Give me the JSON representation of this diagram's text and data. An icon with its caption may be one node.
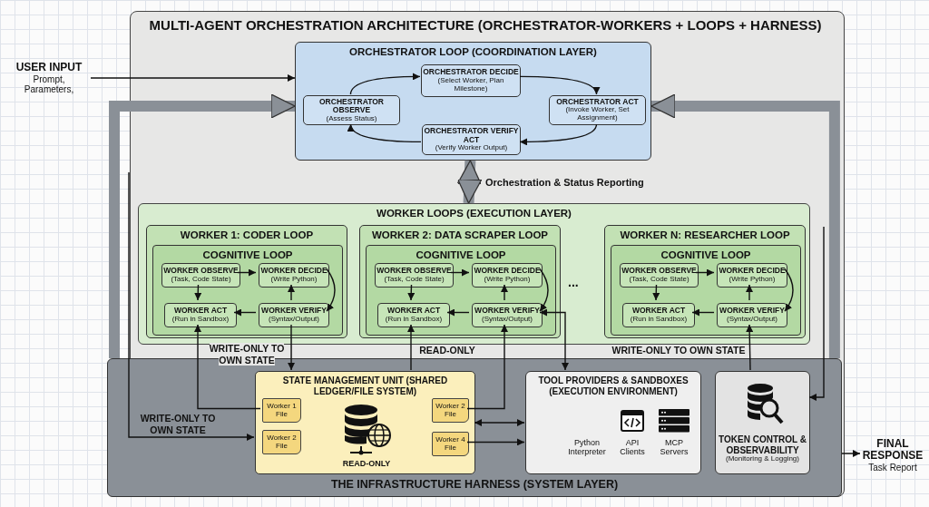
{
  "diagram": {
    "title": "MULTI-AGENT ORCHESTRATION ARCHITECTURE (ORCHESTRATOR-WORKERS + LOOPS + HARNESS)",
    "nodes": [
      {
        "text": [
          "USER INPUT",
          "Prompt, Parameters,"
        ]
      },
      {
        "text": [
          "ORCHESTRATOR LOOP (COORDINATION LAYER)"
        ]
      },
      {
        "text": [
          "ORCHESTRATOR OBSERVE",
          "(Assess Status)"
        ],
        "in": 1
      },
      {
        "text": [
          "ORCHESTRATOR DECIDE",
          "(Select Worker, Plan Milestone)"
        ],
        "in": 1
      },
      {
        "text": [
          "ORCHESTRATOR ACT",
          "(Invoke Worker, Set Assignment)"
        ],
        "in": 1
      },
      {
        "text": [
          "ORCHESTRATOR VERIFY ACT",
          "(Verify Worker Output)"
        ],
        "in": 1
      },
      {
        "text": [
          "WORKER LOOPS (EXECUTION LAYER)"
        ]
      },
      {
        "text": [
          "WORKER 1: CODER LOOP"
        ],
        "in": 6
      },
      {
        "text": [
          "COGNITIVE LOOP"
        ],
        "in": 7
      },
      {
        "text": [
          "WORKER OBSERVE",
          "(Task, Code State)"
        ],
        "in": 8
      },
      {
        "text": [
          "WORKER DECIDE",
          "(Write Python)"
        ],
        "in": 8
      },
      {
        "text": [
          "WORKER ACT",
          "(Run in Sandbox)"
        ],
        "in": 8
      },
      {
        "text": [
          "WORKER VERIFY",
          "(Syntax/Output)"
        ],
        "in": 8
      },
      {
        "text": [
          "WORKER 2: DATA SCRAPER LOOP"
        ],
        "in": 6
      },
      {
        "text": [
          "COGNITIVE LOOP"
        ],
        "in": 13
      },
      {
        "text": [
          "WORKER OBSERVE",
          "(Task, Code State)"
        ],
        "in": 14
      },
      {
        "text": [
          "WORKER DECIDE",
          "(Write Python)"
        ],
        "in": 14
      },
      {
        "text": [
          "WORKER ACT",
          "(Run in Sandbox)"
        ],
        "in": 14
      },
      {
        "text": [
          "WORKER VERIFY",
          "(Syntax/Output)"
        ],
        "in": 14
      },
      {
        "text": [
          "WORKER N: RESEARCHER LOOP"
        ],
        "in": 6
      },
      {
        "text": [
          "COGNITIVE LOOP"
        ],
        "in": 19
      },
      {
        "text": [
          "WORKER OBSERVE",
          "(Task, Code State)"
        ],
        "in": 20
      },
      {
        "text": [
          "WORKER DECIDE",
          "(Write Python)"
        ],
        "in": 20
      },
      {
        "text": [
          "WORKER ACT",
          "(Run in Sandbox)"
        ],
        "in": 20
      },
      {
        "text": [
          "WORKER VERIFY",
          "(Syntax/Output)"
        ],
        "in": 20
      },
      {
        "text": [
          "THE INFRASTRUCTURE HARNESS (SYSTEM LAYER)"
        ]
      },
      {
        "text": [
          "STATE MANAGEMENT UNIT (SHARED LEDGER/FILE SYSTEM)"
        ],
        "in": 25
      },
      {
        "text": [
          "Worker 1 File"
        ],
        "in": 26
      },
      {
        "text": [
          "Worker 2 File"
        ],
        "in": 26
      },
      {
        "text": [],
        "shape": "cylinder",
        "beside": [
          "READ-ONLY"
        ],
        "in": 26
      },
      {
        "text": [
          "Worker 2 File"
        ],
        "in": 26
      },
      {
        "text": [
          "Worker 4 File"
        ],
        "in": 26
      },
      {
        "text": [
          "TOOL PROVIDERS & SANDBOXES (EXECUTION ENVIRONMENT)"
        ],
        "in": 25
      },
      {
        "text": [
          "Python Interpreter"
        ],
        "in": 32
      },
      {
        "text": [
          "API Clients"
        ],
        "in": 32
      },
      {
        "text": [
          "MCP Servers"
        ],
        "in": 32
      },
      {
        "text": [
          "TOKEN CONTROL & OBSERVABILITY",
          "(Monitoring & Logging)"
        ],
        "in": 25
      },
      {
        "text": [
          "FINAL RESPONSE",
          "Task Report"
        ]
      }
    ],
    "edges": [
      {
        "from": 0,
        "to": 1,
        "arrow": "to"
      },
      {
        "from": 2,
        "to": 3,
        "arrow": "to"
      },
      {
        "from": 3,
        "to": 4,
        "arrow": "to"
      },
      {
        "from": 4,
        "to": 5,
        "arrow": "to"
      },
      {
        "from": 5,
        "to": 2,
        "arrow": "to"
      },
      {
        "from": 1,
        "to": 6,
        "arrow": "both",
        "label": "Orchestration & Status Reporting",
        "style": "thick",
        "color": "#8a9097"
      },
      {
        "from": 9,
        "to": 10,
        "arrow": "to"
      },
      {
        "from": 9,
        "to": 11,
        "arrow": "to"
      },
      {
        "from": 10,
        "to": 12,
        "arrow": "to"
      },
      {
        "from": 12,
        "to": 10,
        "arrow": "to"
      },
      {
        "from": 12,
        "to": 11,
        "arrow": "to"
      },
      {
        "from": 15,
        "to": 16,
        "arrow": "to"
      },
      {
        "from": 15,
        "to": 17,
        "arrow": "to"
      },
      {
        "from": 16,
        "to": 18,
        "arrow": "to"
      },
      {
        "from": 18,
        "to": 16,
        "arrow": "to"
      },
      {
        "from": 18,
        "to": 17,
        "arrow": "to"
      },
      {
        "from": 21,
        "to": 22,
        "arrow": "to"
      },
      {
        "from": 21,
        "to": 23,
        "arrow": "to"
      },
      {
        "from": 22,
        "to": 24,
        "arrow": "to"
      },
      {
        "from": 24,
        "to": 22,
        "arrow": "to"
      },
      {
        "from": 24,
        "to": 23,
        "arrow": "to"
      },
      {
        "from": 25,
        "to": 1,
        "arrow": "to",
        "style": "thick",
        "color": "#8a9097"
      },
      {
        "from": 25,
        "to": 1,
        "arrow": "to",
        "style": "thick",
        "color": "#8a9097"
      },
      {
        "from": 27,
        "to": 11,
        "arrow": "to"
      },
      {
        "from": 12,
        "to": 26,
        "arrow": "to",
        "label": "WRITE-ONLY TO OWN STATE"
      },
      {
        "from": 26,
        "to": 17,
        "arrow": "to",
        "label": "READ-ONLY"
      },
      {
        "from": 30,
        "to": 18,
        "arrow": "to"
      },
      {
        "from": 18,
        "to": 32,
        "arrow": "both"
      },
      {
        "from": 36,
        "to": 24,
        "arrow": "to",
        "label": "WRITE-ONLY TO OWN STATE"
      },
      {
        "from": null,
        "to": 26,
        "arrow": "to",
        "label": "WRITE-ONLY TO OWN STATE"
      },
      {
        "from": 26,
        "to": 32,
        "arrow": "both"
      },
      {
        "from": 31,
        "to": 32,
        "arrow": "to"
      },
      {
        "from": null,
        "to": 36,
        "arrow": "to"
      },
      {
        "from": 25,
        "to": 37,
        "arrow": "to"
      }
    ],
    "labels": [
      "..."
    ]
  }
}
